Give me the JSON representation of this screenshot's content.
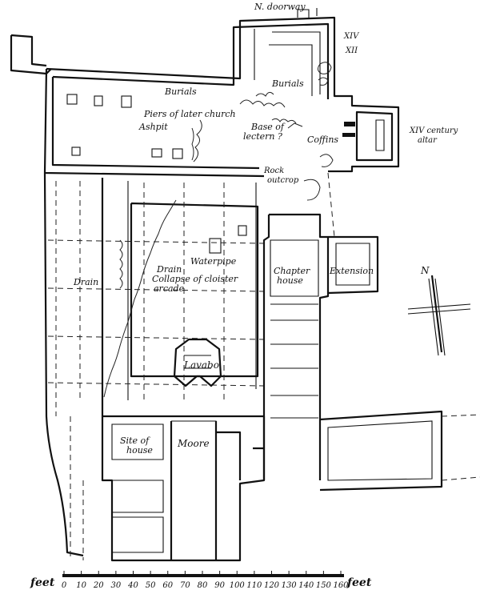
{
  "labels": {
    "n_doorway": "N. doorway",
    "xiv": "XIV",
    "xii": "XII",
    "burials_left": "Burials",
    "burials_right": "Burials",
    "piers": "Piers of later church",
    "ashpit": "Ashpit",
    "base_lectern": "Base of",
    "base_lectern2": "lectern ?",
    "coffins": "Coffins",
    "altar1": "XIV century",
    "altar2": "altar",
    "rock1": "Rock",
    "rock2": "outcrop",
    "drain_center": "Drain",
    "waterpipe": "Waterpipe",
    "drain_left": "Drain",
    "collapse1": "Collapse of cloister",
    "collapse2": "arcade",
    "chapter1": "Chapter",
    "chapter2": "house",
    "extension": "Extension",
    "north": "N",
    "lavabo": "Lavabo",
    "site1": "Site of",
    "site2": "house",
    "moore": "Moore"
  },
  "scale": {
    "unit_left": "feet",
    "unit_right": "feet",
    "ticks": [
      "0",
      "10",
      "20",
      "30",
      "40",
      "50",
      "60",
      "70",
      "80",
      "90",
      "100",
      "110",
      "120",
      "130",
      "140",
      "150",
      "160"
    ]
  }
}
